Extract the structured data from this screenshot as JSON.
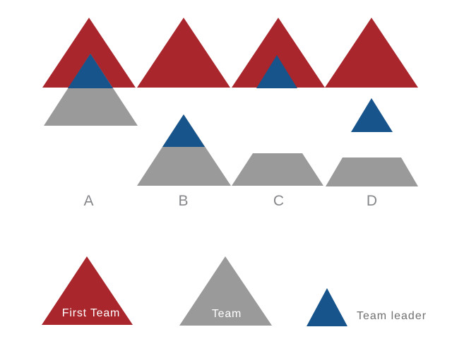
{
  "colors": {
    "first_team": "#A8262C",
    "team": "#9A9A9A",
    "team_leader": "#17548C",
    "option_label": "#85878A",
    "legend_caption": "#6F7072",
    "label_on_shape": "#FFFFFF",
    "background": "#FFFFFF"
  },
  "options": [
    {
      "label": "A",
      "composition": "first-team triangle overlapped at its base by a team triangle with a blue leader tip"
    },
    {
      "label": "B",
      "composition": "first-team triangle above a separate team triangle with a blue leader tip"
    },
    {
      "label": "C",
      "composition": "first-team triangle containing a blue leader triangle, above a leaderless team trapezoid"
    },
    {
      "label": "D",
      "composition": "first-team triangle, a detached blue leader triangle, and a leaderless team trapezoid"
    }
  ],
  "legend": [
    {
      "label": "First Team",
      "color_key": "first_team"
    },
    {
      "label": "Team",
      "color_key": "team"
    },
    {
      "label": "Team leader",
      "color_key": "team_leader"
    }
  ]
}
